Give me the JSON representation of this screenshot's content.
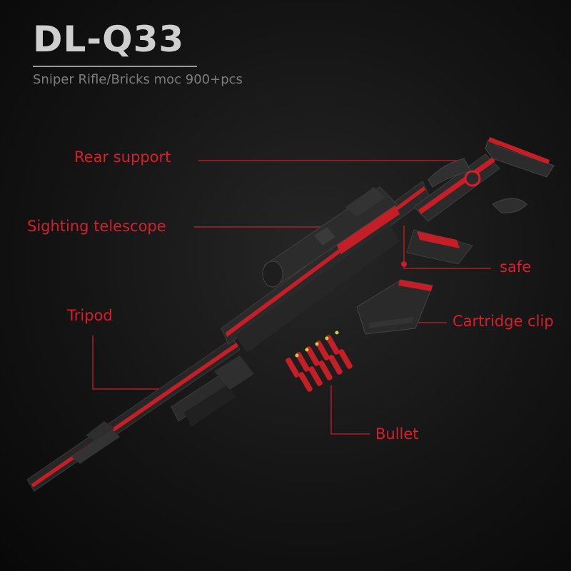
{
  "product": {
    "title": "DL-Q33",
    "subtitle": "Sniper Rifle/Bricks moc 900+pcs"
  },
  "callouts": {
    "rear_support": "Rear support",
    "sighting_telescope": "Sighting telescope",
    "safe": "safe",
    "tripod": "Tripod",
    "cartridge_clip": "Cartridge clip",
    "bullet": "Bullet"
  },
  "colors": {
    "accent": "#d4202a",
    "body": "#2a2a2a",
    "title": "#cfcfcf"
  }
}
